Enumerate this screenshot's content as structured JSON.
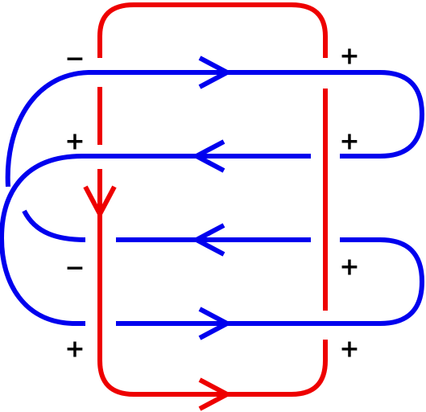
{
  "colors": {
    "blue": "#0000ee",
    "red": "#ee0000",
    "sign": "#000000",
    "background": "#ffffff"
  },
  "components": [
    {
      "name": "blue",
      "color_key": "blue"
    },
    {
      "name": "red",
      "color_key": "red"
    }
  ],
  "crossing_signs": {
    "left_top": "−",
    "left_upper": "+",
    "left_lower": "−",
    "left_bottom": "+",
    "right_top": "+",
    "right_upper": "+",
    "right_lower": "+",
    "right_bottom": "+"
  }
}
